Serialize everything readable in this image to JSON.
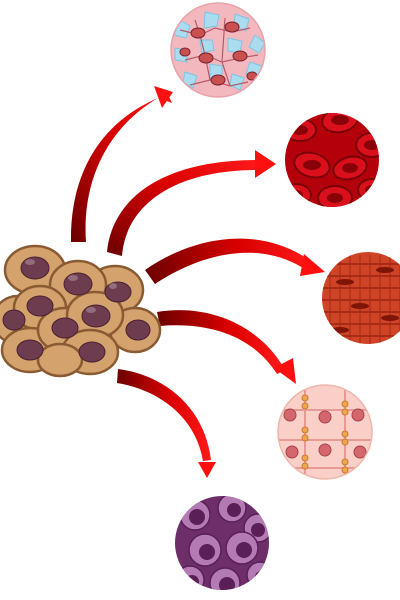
{
  "diagram": {
    "source": {
      "name": "stem-cell-cluster"
    },
    "targets": [
      {
        "name": "bone-cells",
        "base_color": "#f3b8bd",
        "detail_color": "#a9dcef"
      },
      {
        "name": "red-blood-cells",
        "base_color": "#c4000e",
        "detail_color": "#8a0008"
      },
      {
        "name": "muscle-cells",
        "base_color": "#c8391e",
        "detail_color": "#8f1d0b"
      },
      {
        "name": "fat-cells",
        "base_color": "#f8c9c2",
        "detail_color": "#d4676e"
      },
      {
        "name": "white-blood-cells",
        "base_color": "#8a3f84",
        "detail_color": "#b47ab3"
      }
    ],
    "colors": {
      "arrow_dark": "#7a0000",
      "arrow_bright": "#f20a0a",
      "cell_body": "#d3a26d",
      "cell_border": "#8a5a32",
      "nucleus": "#6e3c4f"
    }
  }
}
